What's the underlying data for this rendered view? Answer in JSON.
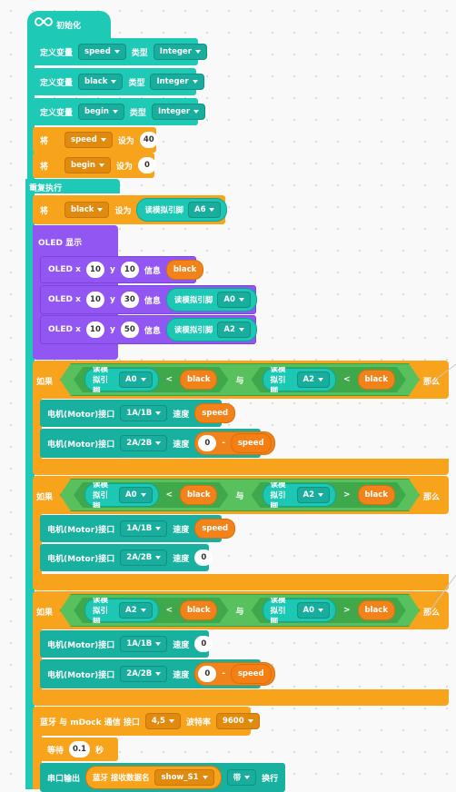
{
  "setup": {
    "label": "初始化",
    "vars": [
      {
        "define_label": "定义变量",
        "name": "speed",
        "type_label": "类型",
        "type": "Integer"
      },
      {
        "define_label": "定义变量",
        "name": "black",
        "type_label": "类型",
        "type": "Integer"
      },
      {
        "define_label": "定义变量",
        "name": "begin",
        "type_label": "类型",
        "type": "Integer"
      }
    ],
    "assigns": [
      {
        "set_label": "将",
        "name": "speed",
        "to_label": "设为",
        "value": "40"
      },
      {
        "set_label": "将",
        "name": "begin",
        "to_label": "设为",
        "value": "0"
      }
    ]
  },
  "loop": {
    "label": "重复执行",
    "assign_black": {
      "set_label": "将",
      "name": "black",
      "to_label": "设为",
      "read_label": "读模拟引脚",
      "pin": "A6"
    },
    "oled": {
      "label": "OLED 显示",
      "lines": [
        {
          "prefix": "OLED x",
          "x": "10",
          "y_label": "y",
          "y": "10",
          "info_label": "信息",
          "text": "black"
        },
        {
          "prefix": "OLED x",
          "x": "10",
          "y_label": "y",
          "y": "30",
          "info_label": "信息",
          "read_label": "读模拟引脚",
          "pin": "A0"
        },
        {
          "prefix": "OLED x",
          "x": "10",
          "y_label": "y",
          "y": "50",
          "info_label": "信息",
          "read_label": "读模拟引脚",
          "pin": "A2"
        }
      ]
    },
    "ifs": [
      {
        "if_label": "如果",
        "then_label": "那么",
        "and_label": "与",
        "left": {
          "read_label": "读模拟引脚",
          "pin": "A0",
          "op": "<",
          "var": "black"
        },
        "right": {
          "read_label": "读模拟引脚",
          "pin": "A2",
          "op": "<",
          "var": "black"
        },
        "motors": [
          {
            "label": "电机(Motor)接口",
            "port": "1A/1B",
            "speed_label": "速度",
            "value": "speed"
          },
          {
            "label": "电机(Motor)接口",
            "port": "2A/2B",
            "speed_label": "速度",
            "value0": "0",
            "minus": "-",
            "value": "speed"
          }
        ]
      },
      {
        "if_label": "如果",
        "then_label": "那么",
        "and_label": "与",
        "left": {
          "read_label": "读模拟引脚",
          "pin": "A0",
          "op": "<",
          "var": "black"
        },
        "right": {
          "read_label": "读模拟引脚",
          "pin": "A2",
          "op": ">",
          "var": "black"
        },
        "motors": [
          {
            "label": "电机(Motor)接口",
            "port": "1A/1B",
            "speed_label": "速度",
            "value": "speed"
          },
          {
            "label": "电机(Motor)接口",
            "port": "2A/2B",
            "speed_label": "速度",
            "value0": "0"
          }
        ]
      },
      {
        "if_label": "如果",
        "then_label": "那么",
        "and_label": "与",
        "left": {
          "read_label": "读模拟引脚",
          "pin": "A2",
          "op": "<",
          "var": "black"
        },
        "right": {
          "read_label": "读模拟引脚",
          "pin": "A0",
          "op": ">",
          "var": "black"
        },
        "motors": [
          {
            "label": "电机(Motor)接口",
            "port": "1A/1B",
            "speed_label": "速度",
            "value0": "0"
          },
          {
            "label": "电机(Motor)接口",
            "port": "2A/2B",
            "speed_label": "速度",
            "value0": "0",
            "minus": "-",
            "value": "speed"
          }
        ]
      }
    ],
    "bluetooth": {
      "label": "蓝牙 与 mDock 通信 接口",
      "port": "4,5",
      "baud_label": "波特率",
      "baud": "9600",
      "wait_label": "等待",
      "wait": "0.1",
      "sec_label": "秒",
      "serial_label": "串口输出",
      "recv_label": "蓝牙 接收数据名",
      "recv_name": "show_S1",
      "with": "带",
      "newline": "换行"
    }
  },
  "colors": {
    "teal": "#1ec9b5",
    "orange": "#f7a31c",
    "purple": "#9257f2",
    "green": "#55c05c"
  }
}
